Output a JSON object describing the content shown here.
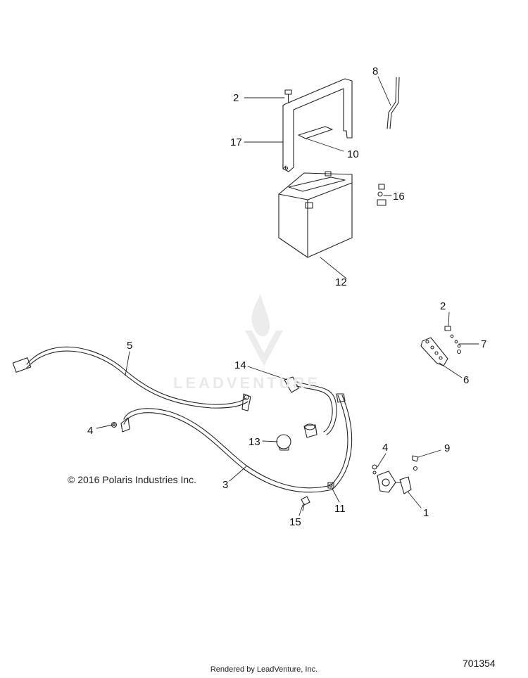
{
  "watermark": {
    "text": "LEADVENTURE"
  },
  "copyright": "© 2016 Polaris Industries Inc.",
  "diagram_id": "701354",
  "footer": "Rendered by LeadVenture, Inc.",
  "callouts": {
    "c1": "1",
    "c2a": "2",
    "c2b": "2",
    "c3": "3",
    "c4a": "4",
    "c4b": "4",
    "c5": "5",
    "c6": "6",
    "c7": "7",
    "c8": "8",
    "c9": "9",
    "c10": "10",
    "c11": "11",
    "c12": "12",
    "c13": "13",
    "c14": "14",
    "c15": "15",
    "c16": "16",
    "c17": "17"
  },
  "colors": {
    "line": "#222222",
    "watermark": "#e9e9e9"
  }
}
